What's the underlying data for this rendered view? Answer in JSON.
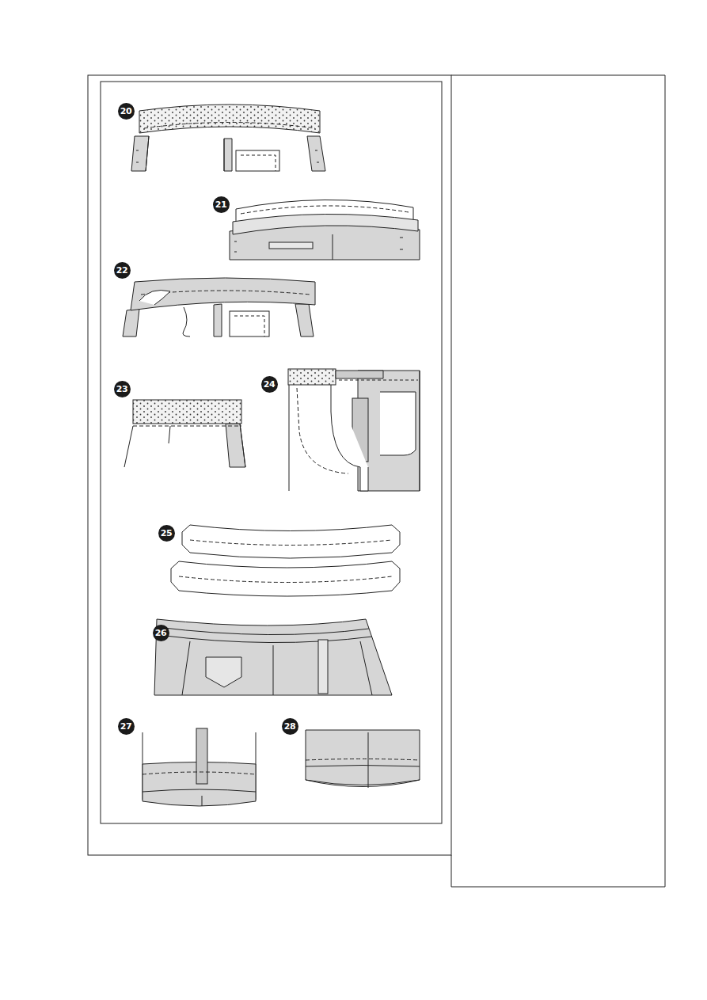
{
  "diagram": {
    "labels": [
      "20",
      "21",
      "22",
      "23",
      "24",
      "25",
      "26",
      "27",
      "28"
    ]
  }
}
